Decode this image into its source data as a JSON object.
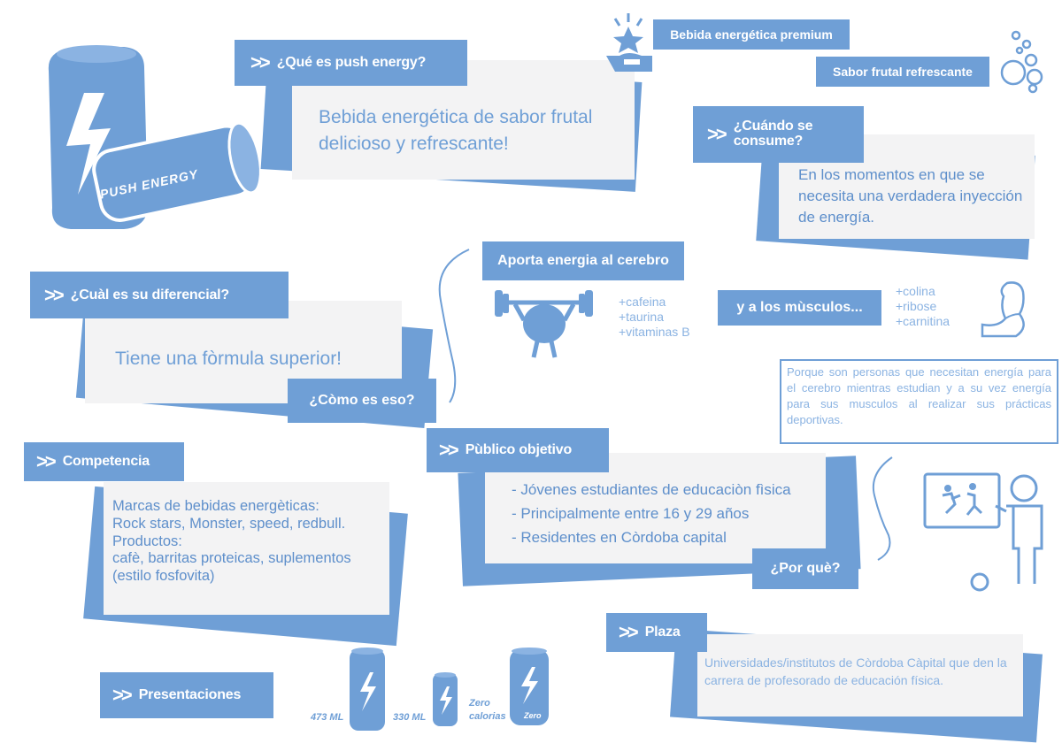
{
  "product_can_label": "PUSH ENERGY",
  "what": {
    "title": "¿Qué es push energy?",
    "text": "Bebida energética de sabor frutal delicioso y refrescante!"
  },
  "badges": {
    "premium": "Bebida energética premium",
    "fruity": "Sabor frutal refrescante"
  },
  "when": {
    "title": "¿Cuándo   se consume?",
    "text": "En los momentos en que se necesita una verdadera inyección de energía."
  },
  "differential": {
    "title": "¿Cuàl es su diferencial?",
    "text": "Tiene una fòrmula superior!",
    "question": "¿Còmo es eso?"
  },
  "brain": {
    "label": "Aporta energia al cerebro",
    "items": [
      "+cafeina",
      "+taurina",
      "+vitaminas B"
    ]
  },
  "muscles": {
    "label": "y a los mùsculos...",
    "items": [
      "+colina",
      "+ribose",
      "+carnitina"
    ]
  },
  "reason": {
    "text": "Porque son personas que necesitan energía para el cerebro mientras estudian y a su vez energía para sus musculos al realizar sus prácticas deportivas."
  },
  "competition": {
    "title": "Competencia",
    "lines": [
      "Marcas de bebidas energèticas:",
      "Rock stars, Monster, speed, redbull.",
      "Productos:",
      "cafè, barritas proteicas, suplementos",
      "(estilo fosfovita)"
    ]
  },
  "audience": {
    "title": "Pùblico objetivo",
    "lines": [
      "- Jóvenes estudiantes de educaciòn fìsica",
      "- Principalmente entre 16 y 29 años",
      "- Residentes en Còrdoba capital"
    ],
    "question": "¿Por què?"
  },
  "place": {
    "title": "Plaza",
    "text": "Universidades/institutos de Còrdoba Càpital que den la carrera de profesorado de educación física."
  },
  "presentations": {
    "title": "Presentaciones",
    "sizes": [
      "473 ML",
      "330 ML"
    ],
    "zero_label": "Zero calorias",
    "zero_can_text": "Zero"
  },
  "colors": {
    "accent": "#6f9fd6",
    "panel": "#f3f3f4",
    "text": "#5e8fcb"
  }
}
